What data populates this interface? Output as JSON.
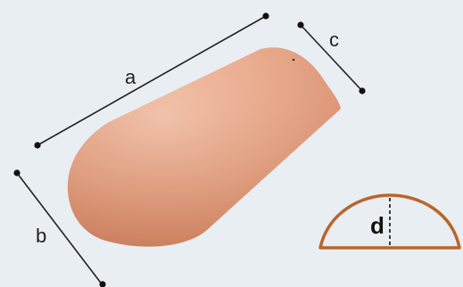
{
  "diagram": {
    "labels": {
      "a": "a",
      "b": "b",
      "c": "c",
      "d": "d"
    },
    "colors": {
      "background": "#e9eef2",
      "tile_light": "#f0b59a",
      "tile_mid": "#e39a78",
      "tile_dark": "#c7745a",
      "profile_stroke": "#b8662c",
      "dimension_line": "#222222"
    }
  }
}
